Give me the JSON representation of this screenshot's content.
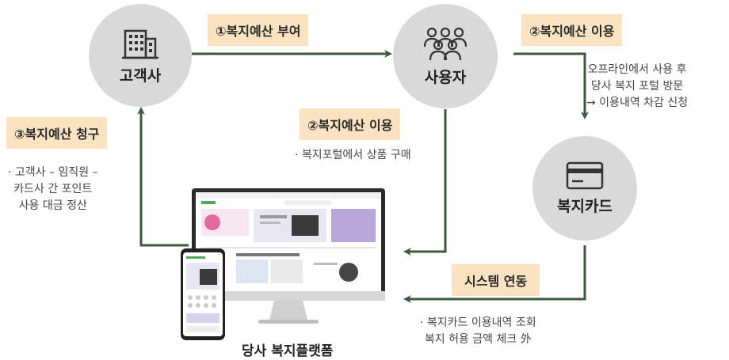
{
  "nodes": {
    "client": {
      "label": "고객사",
      "icon": "building-icon"
    },
    "user": {
      "label": "사용자",
      "icon": "people-group-icon"
    },
    "card": {
      "label": "복지카드",
      "icon": "credit-card-icon"
    }
  },
  "tags": {
    "grant": "①복지예산 부여",
    "use_offline": "②복지예산 이용",
    "use_portal": "②복지예산 이용",
    "claim": "③복지예산 청구",
    "system": "시스템 연동"
  },
  "notes": {
    "offline": [
      "오프라인에서 사용 후",
      "당사 복지 포털 방문",
      "→ 이용내역 차감 신청"
    ],
    "portal": [
      "· 복지포털에서 상품 구매"
    ],
    "claim": [
      "· 고객사 – 임직원 –",
      "카드사 간 포인트",
      "사용 대금 정산"
    ],
    "system": [
      "· 복지카드 이용내역 조회",
      "복지 허용 금액 체크 外"
    ]
  },
  "platform": {
    "label": "당사 복지플랫폼"
  },
  "colors": {
    "arrow": "#3b5a3b",
    "circle": "#d9d9d9",
    "tag_bg": "#fbe3c2"
  }
}
